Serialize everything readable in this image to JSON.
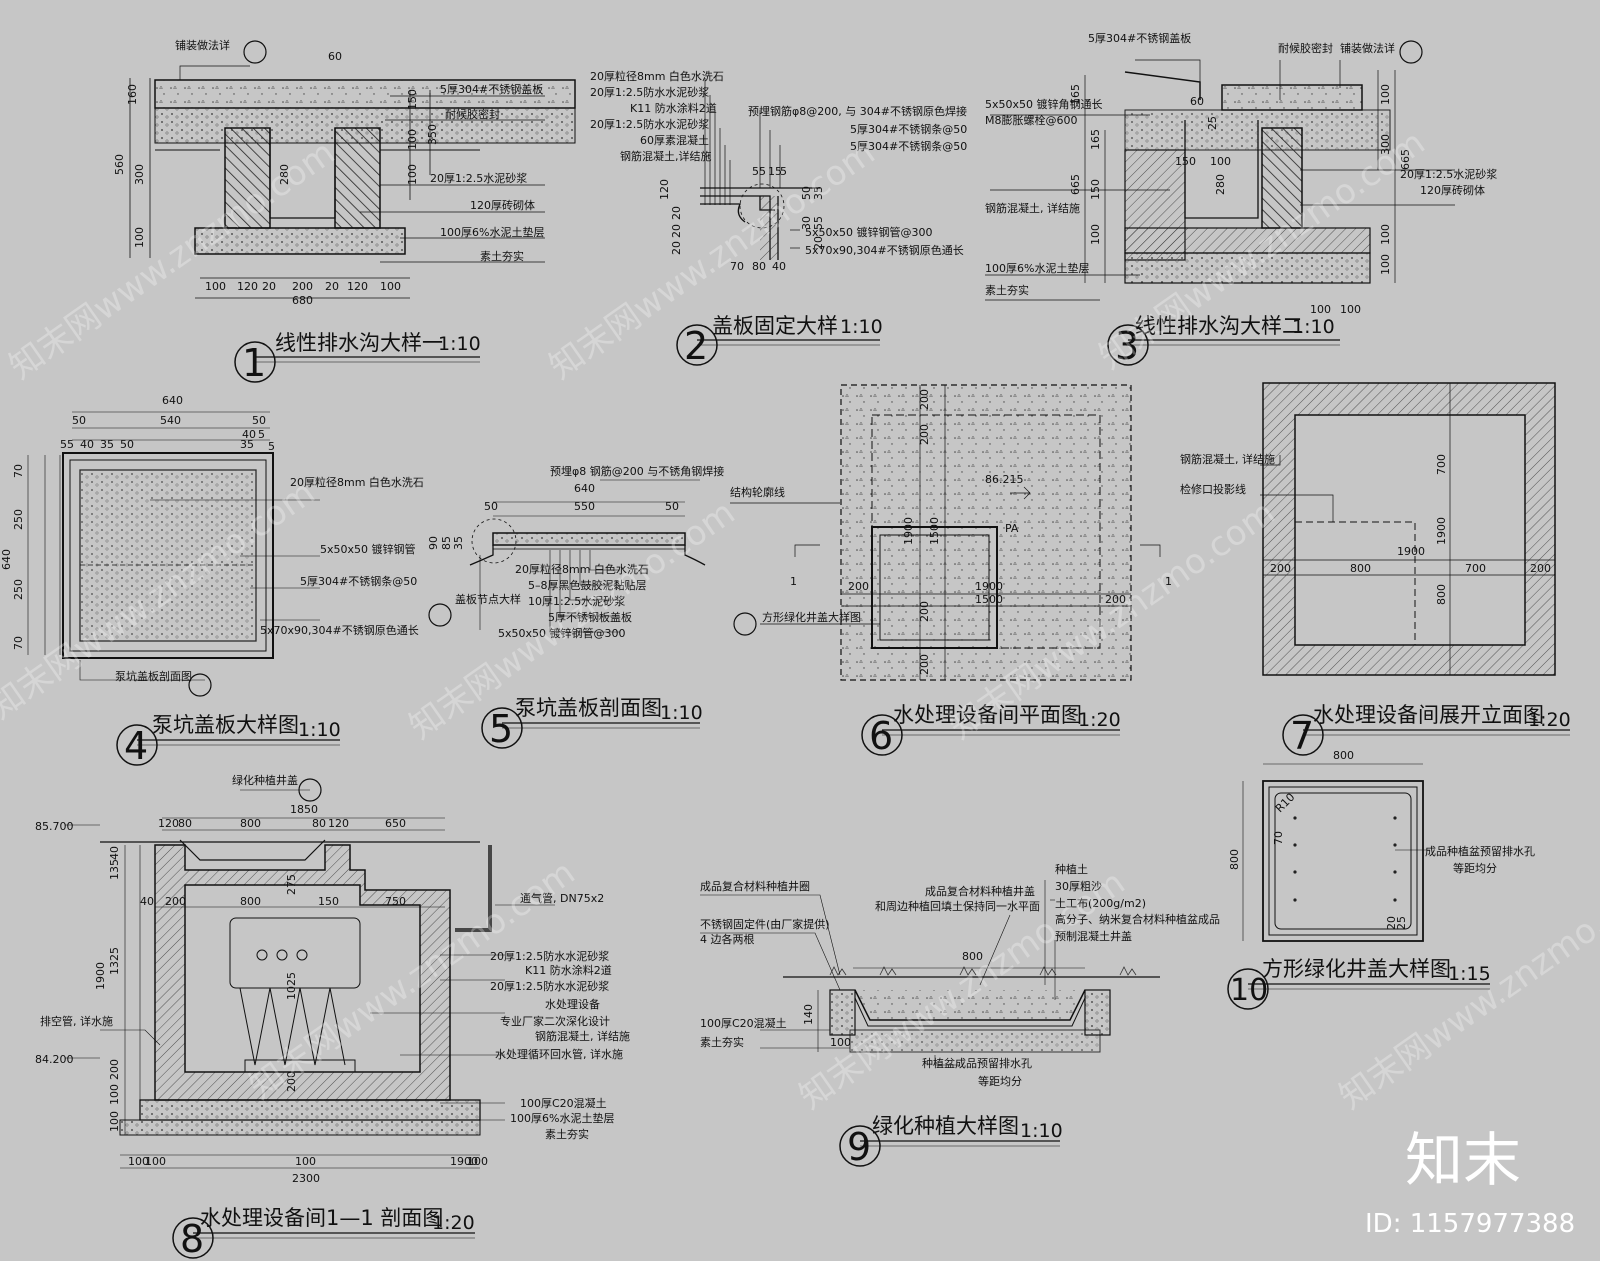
{
  "sheet_background": "#c6c6c6",
  "line_color": "#111111",
  "details": [
    {
      "id": "d1",
      "number": "1",
      "title": "线性排水沟大样一",
      "scale": "1:10"
    },
    {
      "id": "d2",
      "number": "2",
      "title": "盖板固定大样",
      "scale": "1:10"
    },
    {
      "id": "d3",
      "number": "3",
      "title": "线性排水沟大样二",
      "scale": "1:10"
    },
    {
      "id": "d4",
      "number": "4",
      "title": "泵坑盖板大样图",
      "scale": "1:10"
    },
    {
      "id": "d5",
      "number": "5",
      "title": "泵坑盖板剖面图",
      "scale": "1:10"
    },
    {
      "id": "d6",
      "number": "6",
      "title": "水处理设备间平面图",
      "scale": "1:20"
    },
    {
      "id": "d7",
      "number": "7",
      "title": "水处理设备间展开立面图",
      "scale": "1:20"
    },
    {
      "id": "d8",
      "number": "8",
      "title": "水处理设备间1—1 剖面图",
      "scale": "1:20"
    },
    {
      "id": "d9",
      "number": "9",
      "title": "绿化种植大样图",
      "scale": "1:10"
    },
    {
      "id": "d10",
      "number": "10",
      "title": "方形绿化井盖大样图",
      "scale": "1:15"
    }
  ],
  "notes": {
    "d1": [
      "铺装做法详",
      "5厚304#不锈钢盖板",
      "耐候胶密封",
      "20厚1:2.5水泥砂浆",
      "120厚砖砌体",
      "100厚6%水泥土垫层",
      "素土夯实"
    ],
    "d2": [
      "20厚粒径8mm 白色水洗石",
      "20厚1:2.5防水水泥砂浆",
      "K11 防水涂料2道",
      "20厚1:2.5防水水泥砂浆",
      "60厚素混凝土",
      "钢筋混凝土,详结施",
      "预埋钢筋φ8@200, 与 304#不锈钢原色焊接",
      "5厚304#不锈钢条@50",
      "5厚304#不锈钢条@50",
      "5x50x50 镀锌钢管@300",
      "5x70x90,304#不锈钢原色通长"
    ],
    "d3": [
      "5厚304#不锈钢盖板",
      "耐候胶密封",
      "铺装做法详",
      "5x50x50 镀锌角钢通长",
      "M8膨胀螺栓@600",
      "20厚1:2.5水泥砂浆",
      "120厚砖砌体",
      "钢筋混凝土, 详结施",
      "100厚6%水泥土垫层",
      "素土夯实"
    ],
    "d4": [
      "20厚粒径8mm 白色水洗石",
      "5x50x50 镀锌钢管",
      "5厚304#不锈钢条@50",
      "5x70x90,304#不锈钢原色通长",
      "泵坑盖板剖面图"
    ],
    "d5": [
      "预埋φ8 钢筋@200 与不锈角钢焊接",
      "20厚粒径8mm 白色水洗石",
      "5–8厚黑色鼓胶泥黏贴层",
      "10厚1:2.5水泥砂浆",
      "5厚不锈钢板盖板",
      "5x50x50 镀锌钢管@300",
      "盖板节点大样"
    ],
    "d6": [
      "结构轮廓线",
      "86.215",
      "PA",
      "方形绿化井盖大样图",
      "1",
      "1"
    ],
    "d7": [
      "钢筋混凝土, 详结施",
      "检修口投影线"
    ],
    "d8": [
      "绿化种植井盖",
      "85.700",
      "84.200",
      "通气管, DN75x2",
      "20厚1:2.5防水水泥砂浆",
      "K11 防水涂料2道",
      "20厚1:2.5防水水泥砂浆",
      "水处理设备",
      "专业厂家二次深化设计",
      "钢筋混凝土, 详结施",
      "水处理循环回水管, 详水施",
      "排空管, 详水施",
      "100厚C20混凝土",
      "100厚6%水泥土垫层",
      "素土夯实"
    ],
    "d9": [
      "成品复合材料种植井圈",
      "不锈钢固定件(由厂家提供)",
      "4 边各两根",
      "成品复合材料种植井盖",
      "和周边种植回填土保持同一水平面",
      "种植土",
      "30厚粗沙",
      "土工布(200g/m2)",
      "高分子、纳米复合材料种植盆成品",
      "预制混凝土井盖",
      "100厚C20混凝土",
      "素土夯实",
      "种植盆成品预留排水孔",
      "等距均分"
    ],
    "d10": [
      "R10",
      "成品种植盆预留排水孔",
      "等距均分"
    ]
  },
  "dimensions": {
    "d1": [
      "60",
      "160",
      "560",
      "300",
      "100",
      "150",
      "100",
      "100",
      "350",
      "280",
      "100",
      "120",
      "20",
      "200",
      "20",
      "120",
      "100",
      "680"
    ],
    "d2": [
      "55",
      "15",
      "5",
      "120",
      "20",
      "20",
      "20",
      "50",
      "35",
      "30",
      "55",
      "20",
      "70",
      "80",
      "40"
    ],
    "d3": [
      "60",
      "25",
      "165",
      "150",
      "100",
      "665",
      "165",
      "150",
      "280",
      "100",
      "300",
      "665",
      "100",
      "100",
      "100",
      "100",
      "100"
    ],
    "d4": [
      "640",
      "50",
      "540",
      "50",
      "40",
      "5",
      "5",
      "70",
      "250",
      "250",
      "70",
      "640",
      "55",
      "40",
      "35",
      "50",
      "35"
    ],
    "d5": [
      "640",
      "50",
      "550",
      "50",
      "90",
      "85",
      "35"
    ],
    "d6": [
      "200",
      "200",
      "1900",
      "1500",
      "200",
      "1900",
      "1500",
      "200",
      "200",
      "200"
    ],
    "d7": [
      "700",
      "1900",
      "800",
      "200",
      "800",
      "700",
      "200",
      "1900"
    ],
    "d8": [
      "1850",
      "120",
      "80",
      "800",
      "80",
      "120",
      "650",
      "40",
      "135",
      "40",
      "200",
      "800",
      "275",
      "150",
      "750",
      "1325",
      "1900",
      "1025",
      "200",
      "100",
      "200",
      "100",
      "100",
      "100",
      "100",
      "1900",
      "100",
      "100",
      "2300"
    ],
    "d9": [
      "800",
      "140",
      "100"
    ],
    "d10": [
      "800",
      "800",
      "70",
      "20",
      "25"
    ]
  },
  "watermark": {
    "text": "知末网www.znzmo.com",
    "brand": "知末",
    "id_label": "ID: 1157977388"
  }
}
